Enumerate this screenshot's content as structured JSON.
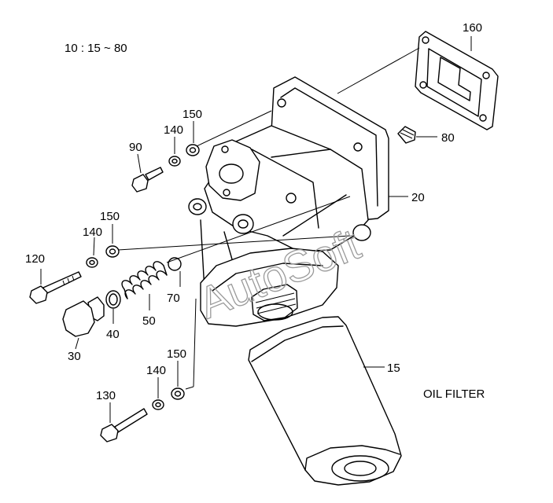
{
  "torque_spec": "10 : 15 ~ 80",
  "title": "OIL FILTER",
  "watermark": "AutoSoft",
  "parts": {
    "p15": "15",
    "p20": "20",
    "p30": "30",
    "p40": "40",
    "p50": "50",
    "p70": "70",
    "p80": "80",
    "p90": "90",
    "p120": "120",
    "p130": "130",
    "p140a": "140",
    "p140b": "140",
    "p140c": "140",
    "p150a": "150",
    "p150b": "150",
    "p150c": "150",
    "p160": "160"
  }
}
